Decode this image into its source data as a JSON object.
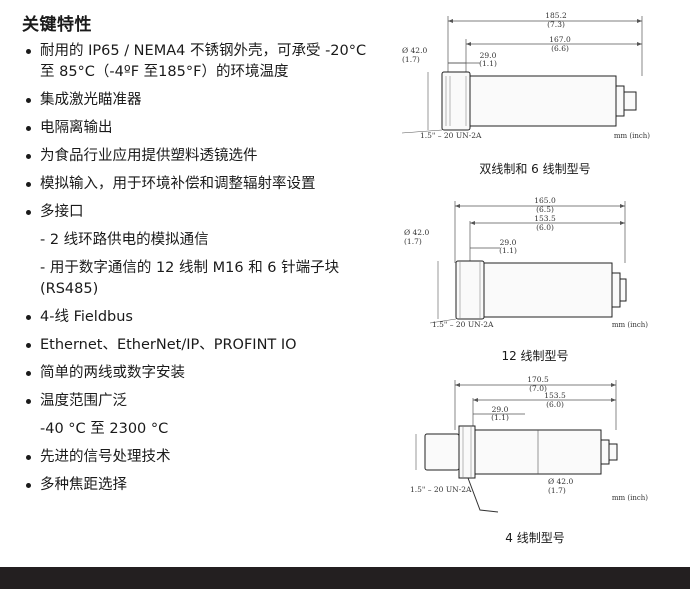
{
  "left": {
    "title": "关键特性",
    "items": [
      {
        "kind": "bullet",
        "text": "耐用的 IP65 / NEMA4 不锈钢外壳，可承受 -20°C 至 85°C（-4ºF 至185°F）的环境温度"
      },
      {
        "kind": "bullet",
        "text": "集成激光瞄准器"
      },
      {
        "kind": "bullet",
        "text": "电隔离输出"
      },
      {
        "kind": "bullet",
        "text": "为食品行业应用提供塑料透镜选件"
      },
      {
        "kind": "bullet",
        "text": "模拟输入，用于环境补偿和调整辐射率设置"
      },
      {
        "kind": "bullet",
        "text": "多接口"
      },
      {
        "kind": "sub",
        "text": "- 2 线环路供电的模拟通信"
      },
      {
        "kind": "sub",
        "text": "- 用于数字通信的 12 线制 M16 和 6 针端子块 (RS485)"
      },
      {
        "kind": "bullet",
        "text": "4-线 Fieldbus"
      },
      {
        "kind": "bullet",
        "text": "Ethernet、EtherNet/IP、PROFINT IO"
      },
      {
        "kind": "bullet",
        "text": "简单的两线或数字安装"
      },
      {
        "kind": "bullet",
        "text": "温度范围广泛"
      },
      {
        "kind": "sub",
        "text": "-40 °C 至 2300 °C"
      },
      {
        "kind": "bullet",
        "text": "先进的信号处理技术"
      },
      {
        "kind": "bullet",
        "text": "多种焦距选择"
      }
    ]
  },
  "diagrams": {
    "d1": {
      "caption": "双线制和 6 线制型号",
      "overall": "185.2",
      "overall_in": "(7.3)",
      "body": "167.0",
      "body_in": "(6.6)",
      "diameter": "Ø 42.0",
      "diameter_in": "(1.7)",
      "nose": "29.0",
      "nose_in": "(1.1)",
      "thread": "1.5\" – 20 UN-2A",
      "units": "mm (inch)"
    },
    "d2": {
      "caption": "12 线制型号",
      "overall": "165.0",
      "overall_in": "(6.5)",
      "body": "153.5",
      "body_in": "(6.0)",
      "diameter": "Ø 42.0",
      "diameter_in": "(1.7)",
      "nose": "29.0",
      "nose_in": "(1.1)",
      "thread": "1.5\" – 20 UN-2A",
      "units": "mm (inch)"
    },
    "d3": {
      "caption": "4 线制型号",
      "overall": "170.5",
      "overall_in": "(7.0)",
      "body": "153.5",
      "body_in": "(6.0)",
      "diameter": "Ø 42.0",
      "diameter_in": "(1.7)",
      "nose": "29.0",
      "nose_in": "(1.1)",
      "thread": "1.5\" – 20 UN-2A",
      "units": "mm (inch)"
    }
  }
}
